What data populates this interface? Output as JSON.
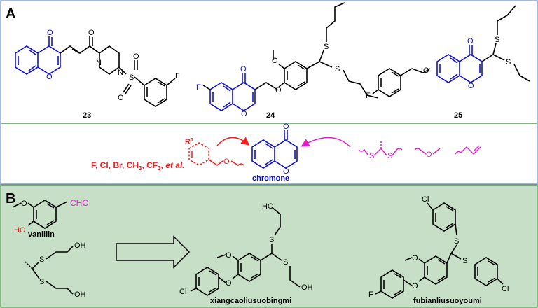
{
  "panel_a": {
    "label": "A",
    "compounds": [
      {
        "number": "23",
        "atoms": {
          "o_carbonyl": "O",
          "o_ring": "O",
          "o_amide": "O",
          "n1": "N",
          "n2": "N",
          "s": "S",
          "o_s1": "O",
          "o_s2": "O",
          "f": "F"
        }
      },
      {
        "number": "24",
        "atoms": {
          "f": "F",
          "o_carbonyl": "O",
          "o_ring": "O",
          "o_methoxy": "O",
          "o_ether": "O",
          "s1": "S",
          "s2": "S"
        }
      },
      {
        "number": "25",
        "atoms": {
          "f": "F",
          "o_ether": "O",
          "o_carbonyl": "O",
          "o_ring": "O",
          "s1": "S",
          "s2": "S"
        }
      }
    ]
  },
  "middle": {
    "substituents": "F, Cl, Br, CH",
    "sub3": "3",
    "cf": ", CF",
    "etal": "et al.",
    "r_label": "R",
    "r_sup": "1",
    "ether_o": "O",
    "chromone_o_carbonyl": "O",
    "chromone_o_ring": "O",
    "chromone_label": "chromone",
    "s1": "S",
    "s2": "S",
    "ether2_o": "O"
  },
  "panel_b": {
    "label": "B",
    "vanillin_label": "vanillin",
    "cho": "CHO",
    "methoxy_o": "O",
    "ho": "HO",
    "thiol": {
      "s1": "S",
      "s2": "S",
      "oh1": "OH",
      "oh2": "OH"
    },
    "product1": {
      "name": "xiangcaoliusuobingmi",
      "ho": "HO",
      "s1": "S",
      "s2": "S",
      "oh": "OH",
      "o_methoxy": "O",
      "o_ether": "O",
      "cl": "Cl"
    },
    "product2": {
      "name": "fubianliusuoyoumi",
      "cl1": "Cl",
      "s1": "S",
      "s2": "S",
      "cl2": "Cl",
      "o_methoxy": "O",
      "o_ether": "O",
      "f": "F"
    }
  },
  "colors": {
    "blue": "#1010d0",
    "red": "#ee2020",
    "magenta": "#e020d0",
    "panel_b_bg": "#c6dfc6",
    "frame": "#8aa0c8",
    "divider": "#5a9a5a"
  }
}
